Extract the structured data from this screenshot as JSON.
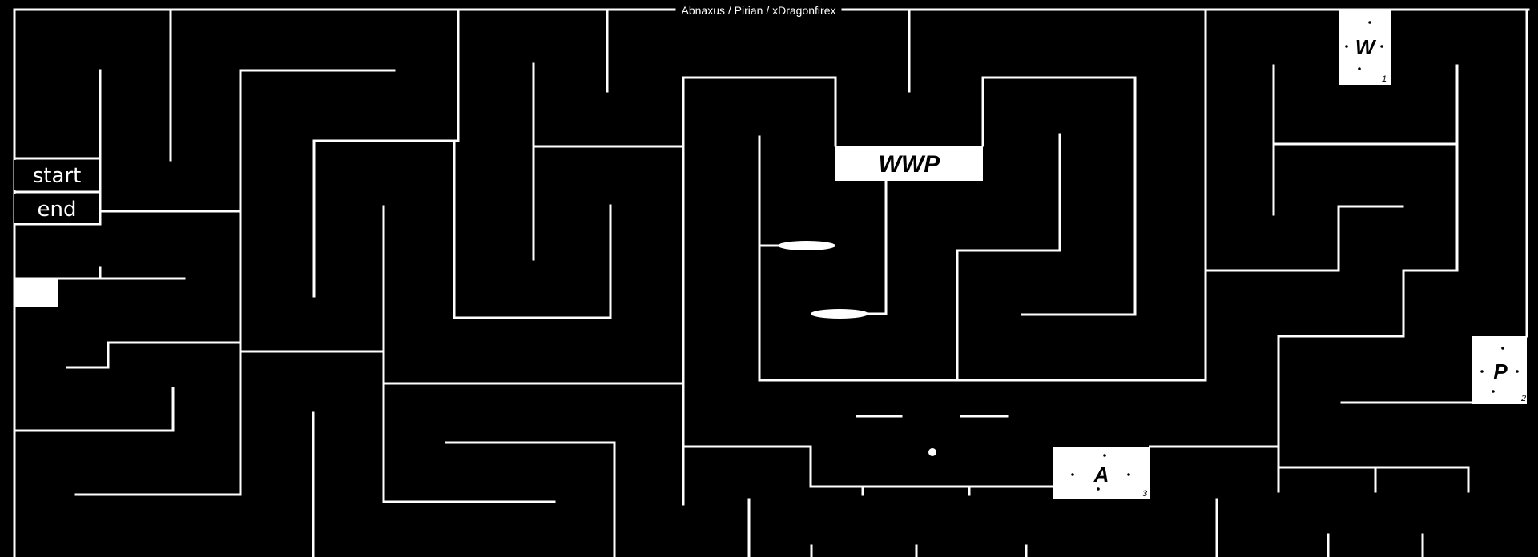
{
  "credits": "Abnaxus / Pirian / xDragonfirex",
  "buttons": {
    "start": "start",
    "end": "end"
  },
  "center_label": "WWP",
  "markers": [
    {
      "letter": "W",
      "number": "1"
    },
    {
      "letter": "P",
      "number": "2"
    },
    {
      "letter": "A",
      "number": "3"
    }
  ],
  "colors": {
    "background": "#000000",
    "wall": "#ffffff"
  }
}
